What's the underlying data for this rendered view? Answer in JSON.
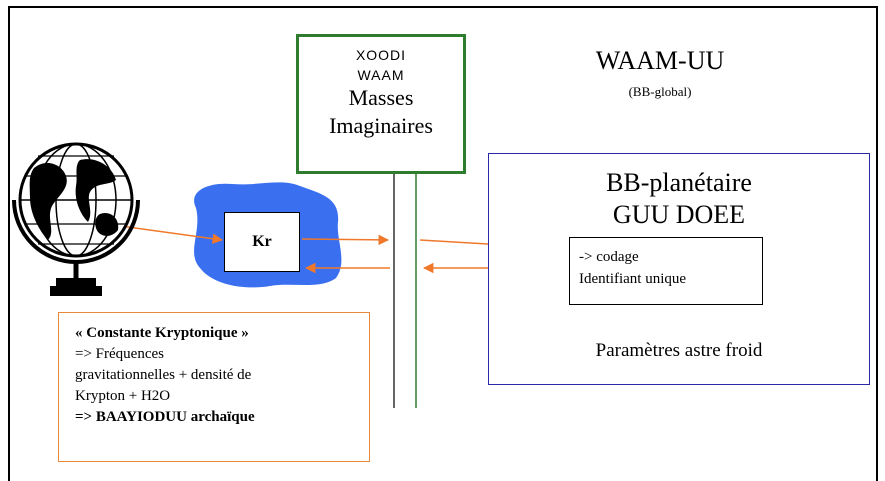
{
  "xoodi_box": {
    "line1": "XOODI",
    "line2": "WAAM",
    "line3": "Masses",
    "line4": "Imaginaires"
  },
  "waam_uu": {
    "title": "WAAM-UU",
    "subtitle": "(BB-global)"
  },
  "bb_planetaire": {
    "title_line1": "BB-planétaire",
    "title_line2": "GUU DOEE",
    "inner_line1": "-> codage",
    "inner_line2": "Identifiant unique",
    "footer": "Paramètres astre froid"
  },
  "kr_box": {
    "label": "Kr"
  },
  "constante_box": {
    "line1": "« Constante Kryptonique »",
    "line2": "=> Fréquences",
    "line3": "gravitationnelles + densité de",
    "line4": "Krypton + H2O",
    "line5": "=> BAAYIODUU archaïque"
  },
  "colors": {
    "arrow": "#f0782a",
    "green_frame": "#2e7d2e",
    "blue_frame": "#2a2aa8",
    "blob": "#3a6ff0",
    "orange_frame": "#e8883a"
  },
  "icons": {
    "globe": "globe-icon"
  }
}
